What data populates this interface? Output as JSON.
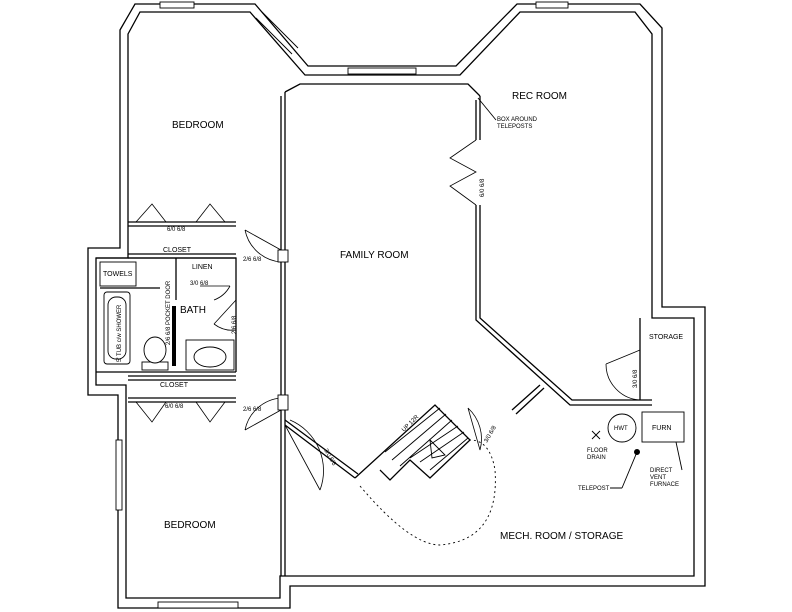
{
  "rooms": {
    "bedroom_upper": "BEDROOM",
    "bedroom_lower": "BEDROOM",
    "family_room": "FAMILY ROOM",
    "rec_room": "REC ROOM",
    "bath": "BATH",
    "storage": "STORAGE",
    "mech_room": "MECH. ROOM / STORAGE"
  },
  "small_rooms": {
    "closet_upper": "CLOSET",
    "closet_lower": "CLOSET",
    "linen": "LINEN",
    "towels": "TOWELS"
  },
  "fixtures": {
    "furnace_box": "FURN",
    "hwt": "HWT",
    "tub_shower": "5' TUB c/w SHOWER",
    "pocket_door": "2/6 6/8 POCKET DOOR"
  },
  "door_sizes": {
    "closet_upper": "6/0 6/8",
    "closet_lower": "6/0 6/8",
    "bedroom_upper_door": "2/6 6/8",
    "bedroom_lower_door": "2/6 6/8",
    "linen_door": "3/0 6/8",
    "bath_door": "2/6 6/8",
    "rec_room_opening": "6/0 6/8",
    "storage_door": "3/0 6/8",
    "mech_door_left": "3/0 6/8",
    "mech_door_right": "3/0 6/8"
  },
  "annotations": {
    "box_around_teleposts": [
      "BOX AROUND",
      "TELEPOSTS"
    ],
    "floor_drain": [
      "FLOOR",
      "DRAIN"
    ],
    "telepost": "TELEPOST",
    "direct_vent_furnace": [
      "DIRECT",
      "VENT",
      "FURNACE"
    ],
    "stair": "UP 12R"
  }
}
